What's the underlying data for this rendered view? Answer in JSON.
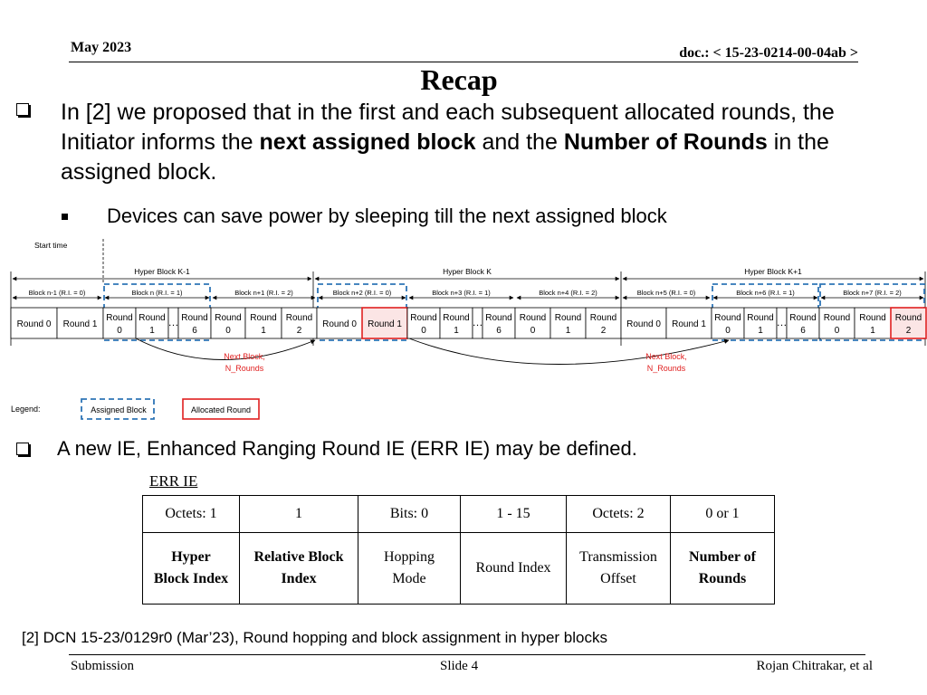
{
  "header": {
    "date": "May 2023",
    "doc": "doc.: < 15-23-0214-00-04ab >"
  },
  "title": "Recap",
  "bullet1": {
    "p1": "In [2] we proposed that in the first and each subsequent allocated rounds, the Initiator informs the ",
    "b1": "next assigned block",
    "p2": " and the ",
    "b2": "Number of Rounds",
    "p3": " in the assigned block."
  },
  "sub_bullet": "Devices can save power by sleeping till the next assigned block",
  "diagram": {
    "start_time": "Start time",
    "hyper_blocks": [
      "Hyper Block K-1",
      "Hyper Block K",
      "Hyper Block K+1"
    ],
    "blocks": [
      "Block n-1 (R.I. = 0)",
      "Block n (R.I. = 1)",
      "Block n+1 (R.I. = 2)",
      "Block n+2 (R.I. = 0)",
      "Block n+3 (R.I. = 1)",
      "Block n+4 (R.I. = 2)",
      "Block n+5 (R.I. = 0)",
      "Block n+6 (R.I. = 1)",
      "Block n+7 (R.I. = 2)"
    ],
    "rounds": [
      {
        "l1": "Round 0",
        "l2": ""
      },
      {
        "l1": "Round 1",
        "l2": ""
      },
      {
        "l1": "Round",
        "l2": "0"
      },
      {
        "l1": "Round",
        "l2": "1"
      },
      {
        "l1": "…",
        "l2": ""
      },
      {
        "l1": "Round",
        "l2": "6"
      },
      {
        "l1": "Round",
        "l2": "0"
      },
      {
        "l1": "Round",
        "l2": "1"
      },
      {
        "l1": "Round",
        "l2": "2"
      },
      {
        "l1": "Round 0",
        "l2": ""
      },
      {
        "l1": "Round 1",
        "l2": ""
      },
      {
        "l1": "Round",
        "l2": "0"
      },
      {
        "l1": "Round",
        "l2": "1"
      },
      {
        "l1": "…",
        "l2": ""
      },
      {
        "l1": "Round",
        "l2": "6"
      },
      {
        "l1": "Round",
        "l2": "0"
      },
      {
        "l1": "Round",
        "l2": "1"
      },
      {
        "l1": "Round",
        "l2": "2"
      },
      {
        "l1": "Round 0",
        "l2": ""
      },
      {
        "l1": "Round 1",
        "l2": ""
      },
      {
        "l1": "Round",
        "l2": "0"
      },
      {
        "l1": "Round",
        "l2": "1"
      },
      {
        "l1": "…",
        "l2": ""
      },
      {
        "l1": "Round",
        "l2": "6"
      },
      {
        "l1": "Round",
        "l2": "0"
      },
      {
        "l1": "Round",
        "l2": "1"
      },
      {
        "l1": "Round",
        "l2": "2"
      }
    ],
    "next_block_l1": "Next Block,",
    "next_block_l2": "N_Rounds",
    "legend_label": "Legend:",
    "legend_assigned": "Assigned Block",
    "legend_allocated": "Allocated Round",
    "colors": {
      "assigned": "#2e75b6",
      "allocated": "#e02020",
      "allocated_fill": "#fbe5e5"
    }
  },
  "bullet2": "A new IE, Enhanced Ranging Round IE (ERR IE) may be defined.",
  "err_table": {
    "label": "ERR IE",
    "sizes": [
      "Octets: 1",
      "1",
      "Bits: 0",
      "1 - 15",
      "Octets: 2",
      "0 or 1"
    ],
    "fields": [
      {
        "l1": "Hyper",
        "l2": "Block Index",
        "bold": true
      },
      {
        "l1": "Relative Block",
        "l2": "Index",
        "bold": true
      },
      {
        "l1": "Hopping",
        "l2": "Mode",
        "bold": false
      },
      {
        "l1": "Round Index",
        "l2": "",
        "bold": false
      },
      {
        "l1": "Transmission",
        "l2": "Offset",
        "bold": false
      },
      {
        "l1": "Number of",
        "l2": "Rounds",
        "bold": true
      }
    ]
  },
  "reference": "[2] DCN 15-23/0129r0 (Mar’23), Round hopping and block assignment in hyper blocks",
  "footer": {
    "left": "Submission",
    "center": "Slide 4",
    "right": "Rojan Chitrakar, et al"
  }
}
